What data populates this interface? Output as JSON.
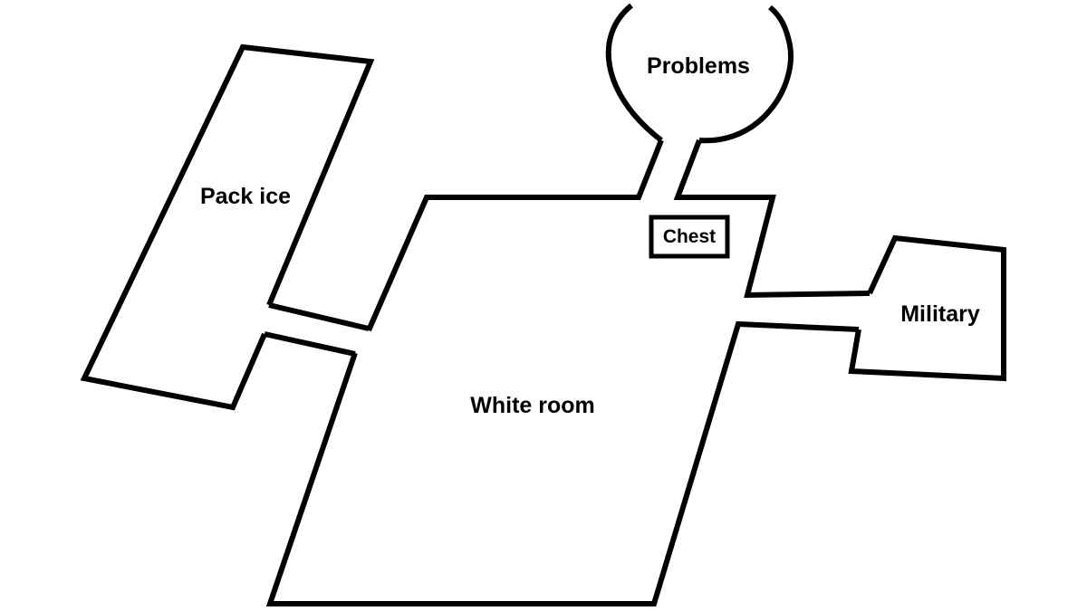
{
  "map": {
    "rooms": [
      {
        "id": "pack-ice",
        "label": "Pack ice"
      },
      {
        "id": "white-room",
        "label": "White room"
      },
      {
        "id": "problems",
        "label": "Problems"
      },
      {
        "id": "military",
        "label": "Military"
      }
    ],
    "objects": [
      {
        "id": "chest",
        "label": "Chest"
      }
    ],
    "colors": {
      "background": "#ffffff",
      "walls": "#000000",
      "text": "#000000"
    }
  }
}
